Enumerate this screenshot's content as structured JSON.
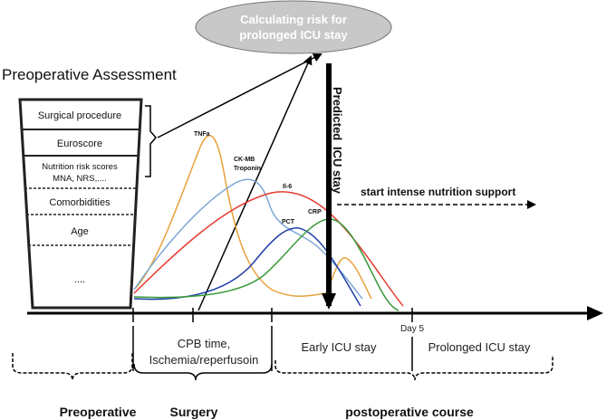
{
  "ellipse": {
    "line1": "Calculating risk for",
    "line2": "prolonged ICU stay"
  },
  "preop_title": "Preoperative Assessment",
  "funnel": {
    "items": [
      "Surgical procedure",
      "Euroscore",
      "Nutrition risk scores",
      "MNA, NRS,....",
      "Comorbidities",
      "Age",
      "...."
    ]
  },
  "curves": {
    "labels": [
      "TNFa",
      "CK-MB",
      "Troponin",
      "Il-6",
      "PCT",
      "CRP"
    ],
    "colors": {
      "TNFa": "#e8a13a",
      "CK-MB Troponin": "#7ba7d6",
      "Il-6": "#e53a2f",
      "PCT": "#1f3fa8",
      "CRP": "#3a9a3a"
    }
  },
  "predicted": {
    "line1": "Predicted",
    "line2": "ICU stay"
  },
  "nutrition": "start intense nutrition support",
  "axis": {
    "day5": "Day 5"
  },
  "phases": {
    "cpb_line1": "CPB time,",
    "cpb_line2": "Ischemia/reperfusoin",
    "early": "Early ICU stay",
    "prolonged": "Prolonged ICU stay"
  },
  "bottom": {
    "preoperative": "Preoperative",
    "surgery": "Surgery",
    "postoperative": "postoperative course"
  }
}
